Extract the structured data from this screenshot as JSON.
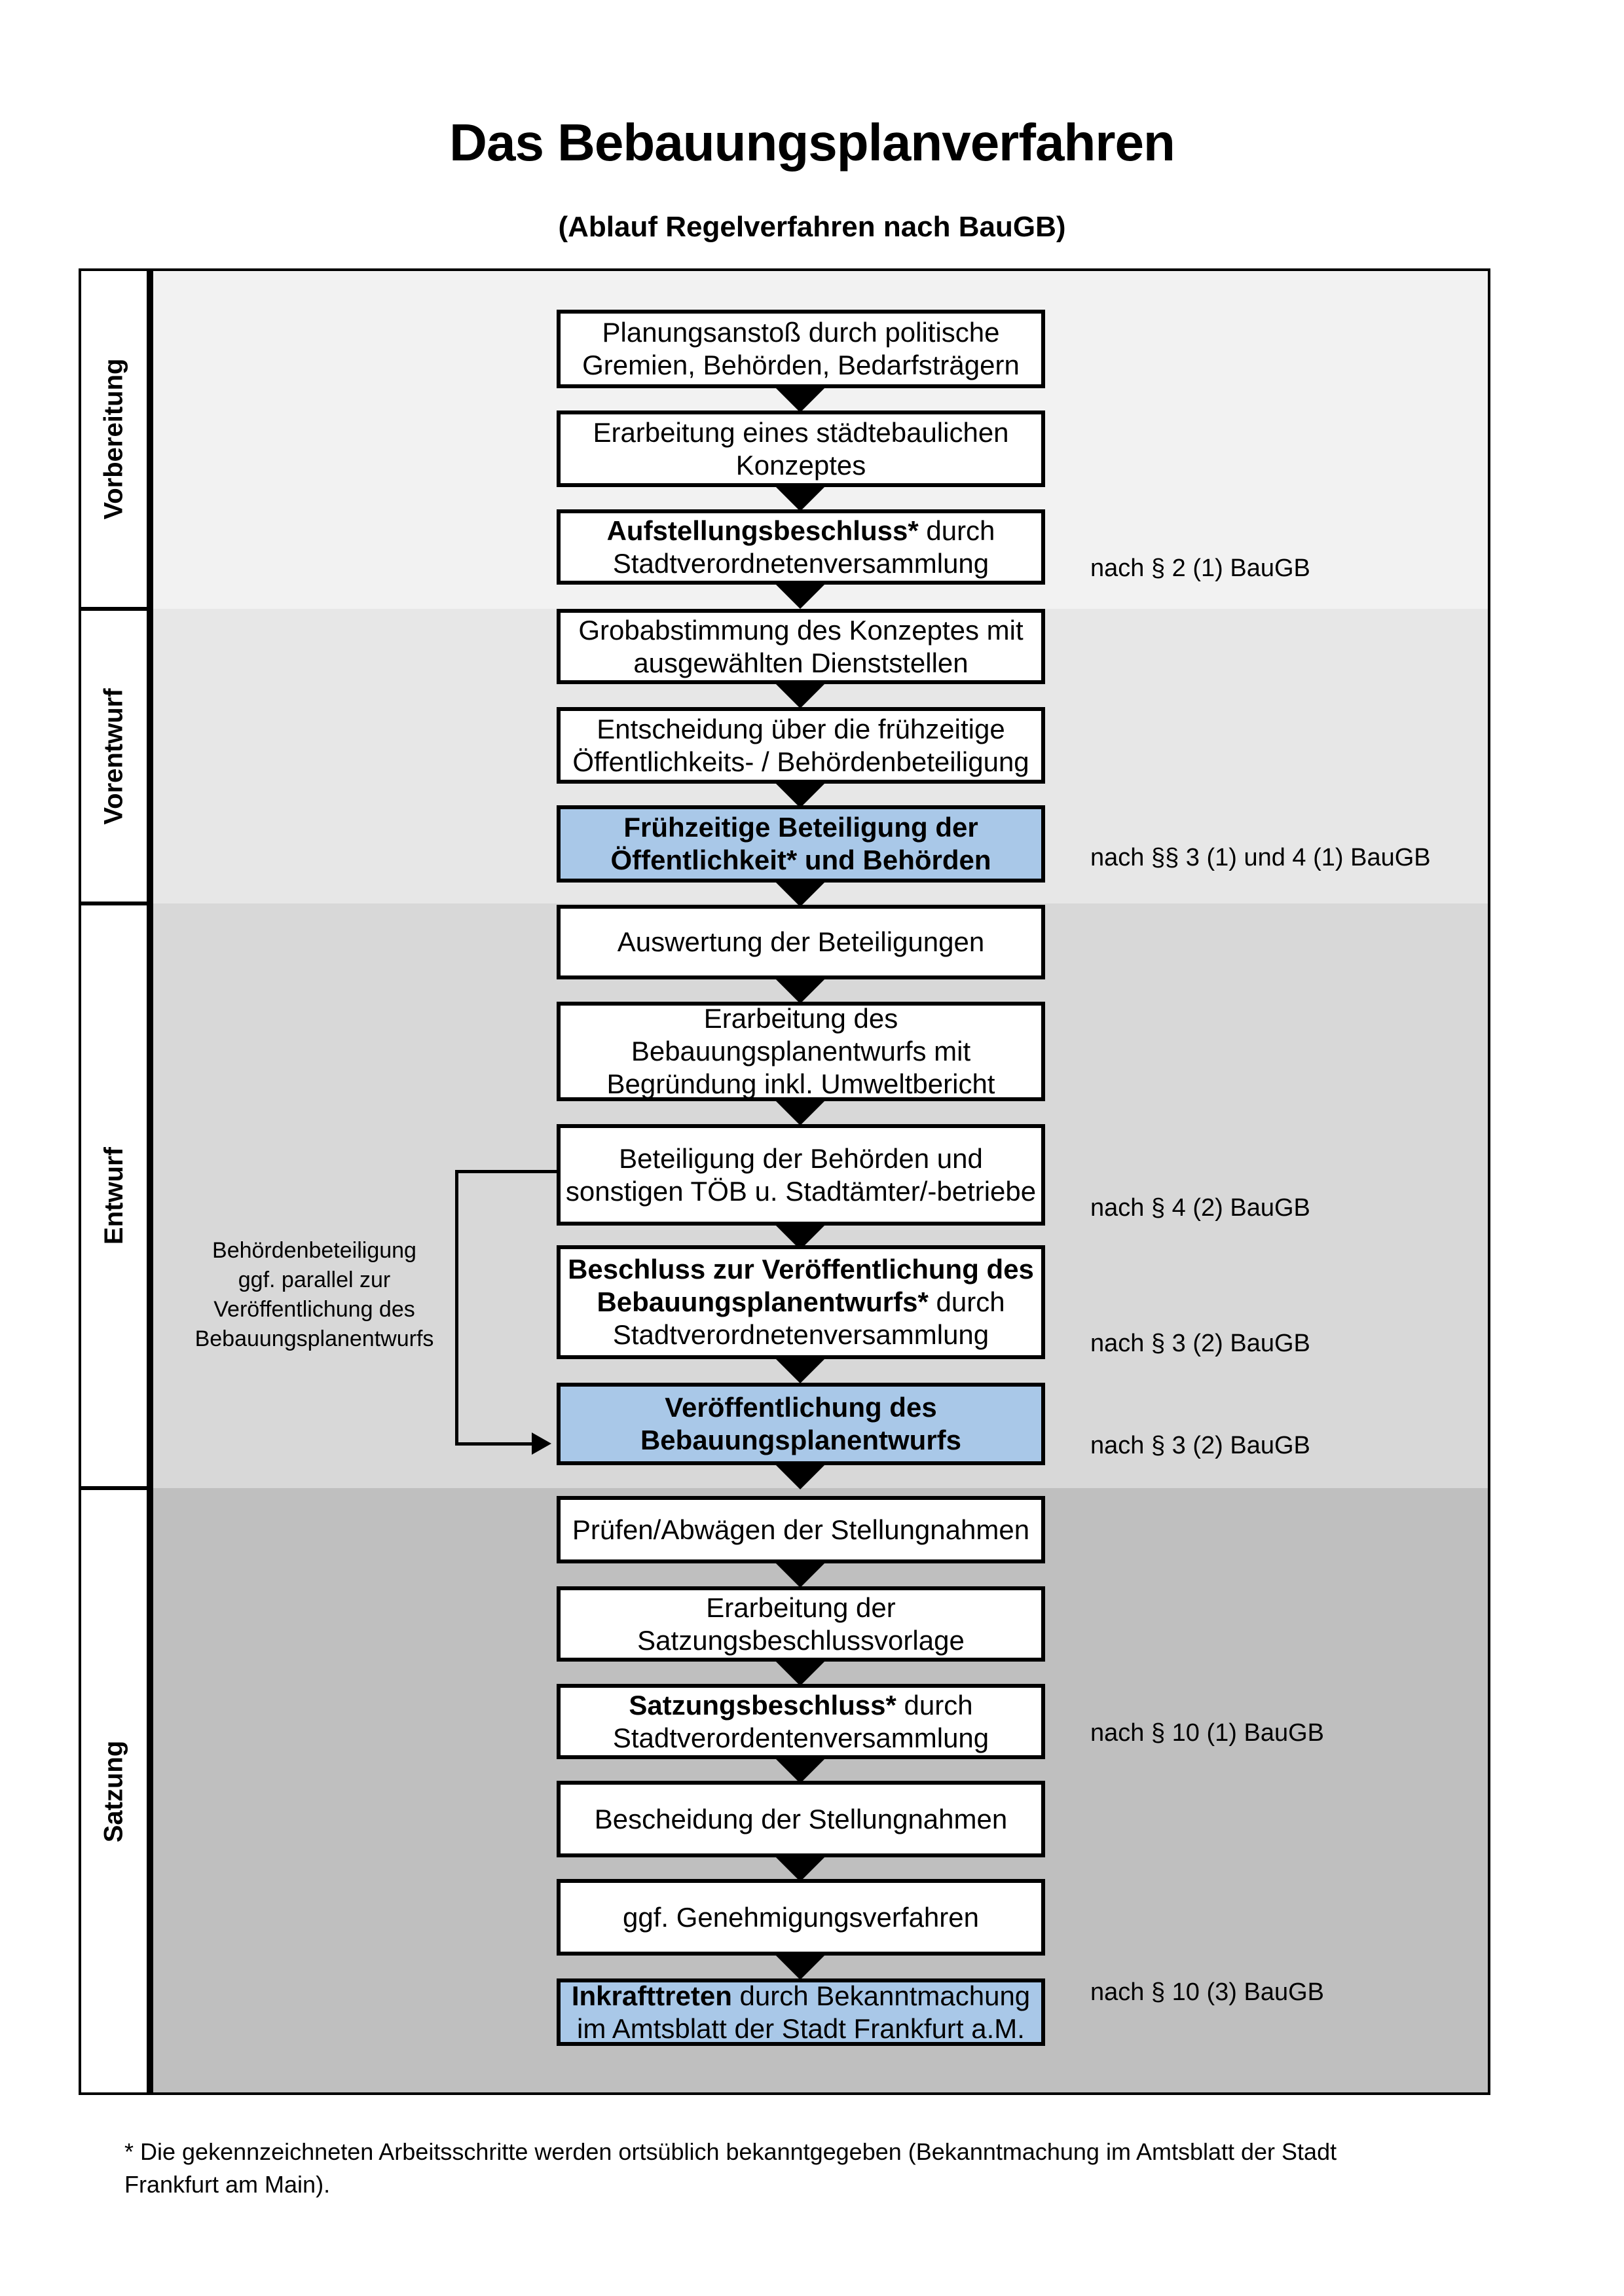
{
  "title": "Das Bebauungsplanverfahren",
  "subtitle": "(Ablauf Regelverfahren nach BauGB)",
  "phases": [
    "Vorbereitung",
    "Vorentwurf",
    "Entwurf",
    "Satzung"
  ],
  "boxes": {
    "b1": {
      "l1": "Planungsanstoß durch politische",
      "l2": "Gremien, Behörden, Bedarfsträgern"
    },
    "b2": {
      "l1": "Erarbeitung eines städtebaulichen",
      "l2": "Konzeptes"
    },
    "b3": {
      "l1b": "Aufstellungsbeschluss*",
      "l1r": " durch",
      "l2": "Stadtverordnetenversammlung"
    },
    "b4": {
      "l1": "Grobabstimmung des Konzeptes mit",
      "l2": "ausgewählten Dienststellen"
    },
    "b5": {
      "l1": "Entscheidung über die frühzeitige",
      "l2": "Öffentlichkeits- / Behördenbeteiligung"
    },
    "b6": {
      "l1": "Frühzeitige Beteiligung der",
      "l2": "Öffentlichkeit* und Behörden"
    },
    "b7": {
      "l1": "Auswertung der Beteiligungen"
    },
    "b8": {
      "l1": "Erarbeitung des",
      "l2": "Bebauungsplanentwurfs mit",
      "l3": "Begründung inkl. Umweltbericht"
    },
    "b9": {
      "l1": "Beteiligung der Behörden und",
      "l2": "sonstigen TÖB u. Stadtämter/-betriebe"
    },
    "b10": {
      "l1b": "Beschluss zur Veröffentlichung des",
      "l2b": "Bebauungsplanentwurfs*",
      "l2r": " durch",
      "l3": "Stadtverordnetenversammlung"
    },
    "b11": {
      "l1": "Veröffentlichung des",
      "l2": "Bebauungsplanentwurfs"
    },
    "b12": {
      "l1": "Prüfen/Abwägen der Stellungnahmen"
    },
    "b13": {
      "l1": "Erarbeitung der",
      "l2": "Satzungsbeschlussvorlage"
    },
    "b14": {
      "l1b": "Satzungsbeschluss*",
      "l1r": " durch",
      "l2": "Stadtverordentenversammlung"
    },
    "b15": {
      "l1": "Bescheidung der Stellungnahmen"
    },
    "b16": {
      "l1": "ggf. Genehmigungsverfahren"
    },
    "b17": {
      "l1b": "Inkrafttreten",
      "l1r": " durch Bekanntmachung",
      "l2": "im Amtsblatt der Stadt Frankfurt a.M."
    }
  },
  "refs": {
    "r1": "nach § 2 (1) BauGB",
    "r2": "nach §§ 3 (1) und 4 (1) BauGB",
    "r3": "nach § 4 (2) BauGB",
    "r4": "nach § 3 (2) BauGB",
    "r5": "nach § 3 (2) BauGB",
    "r6": "nach § 10 (1) BauGB",
    "r7": "nach § 10 (3) BauGB"
  },
  "side_note": "Behördenbeteiligung\nggf. parallel zur\nVeröffentlichung des\nBebauungsplanentwurfs",
  "footnote": "* Die gekennzeichneten Arbeitsschritte werden ortsüblich bekanntgegeben (Bekanntmachung im Amtsblatt der Stadt\nFrankfurt am Main).",
  "colors": {
    "highlight_blue": "#a9c8e8",
    "section_backgrounds": [
      "#f2f2f2",
      "#e7e7e7",
      "#d8d8d8",
      "#bfbfbf"
    ],
    "line_black": "#000000"
  }
}
